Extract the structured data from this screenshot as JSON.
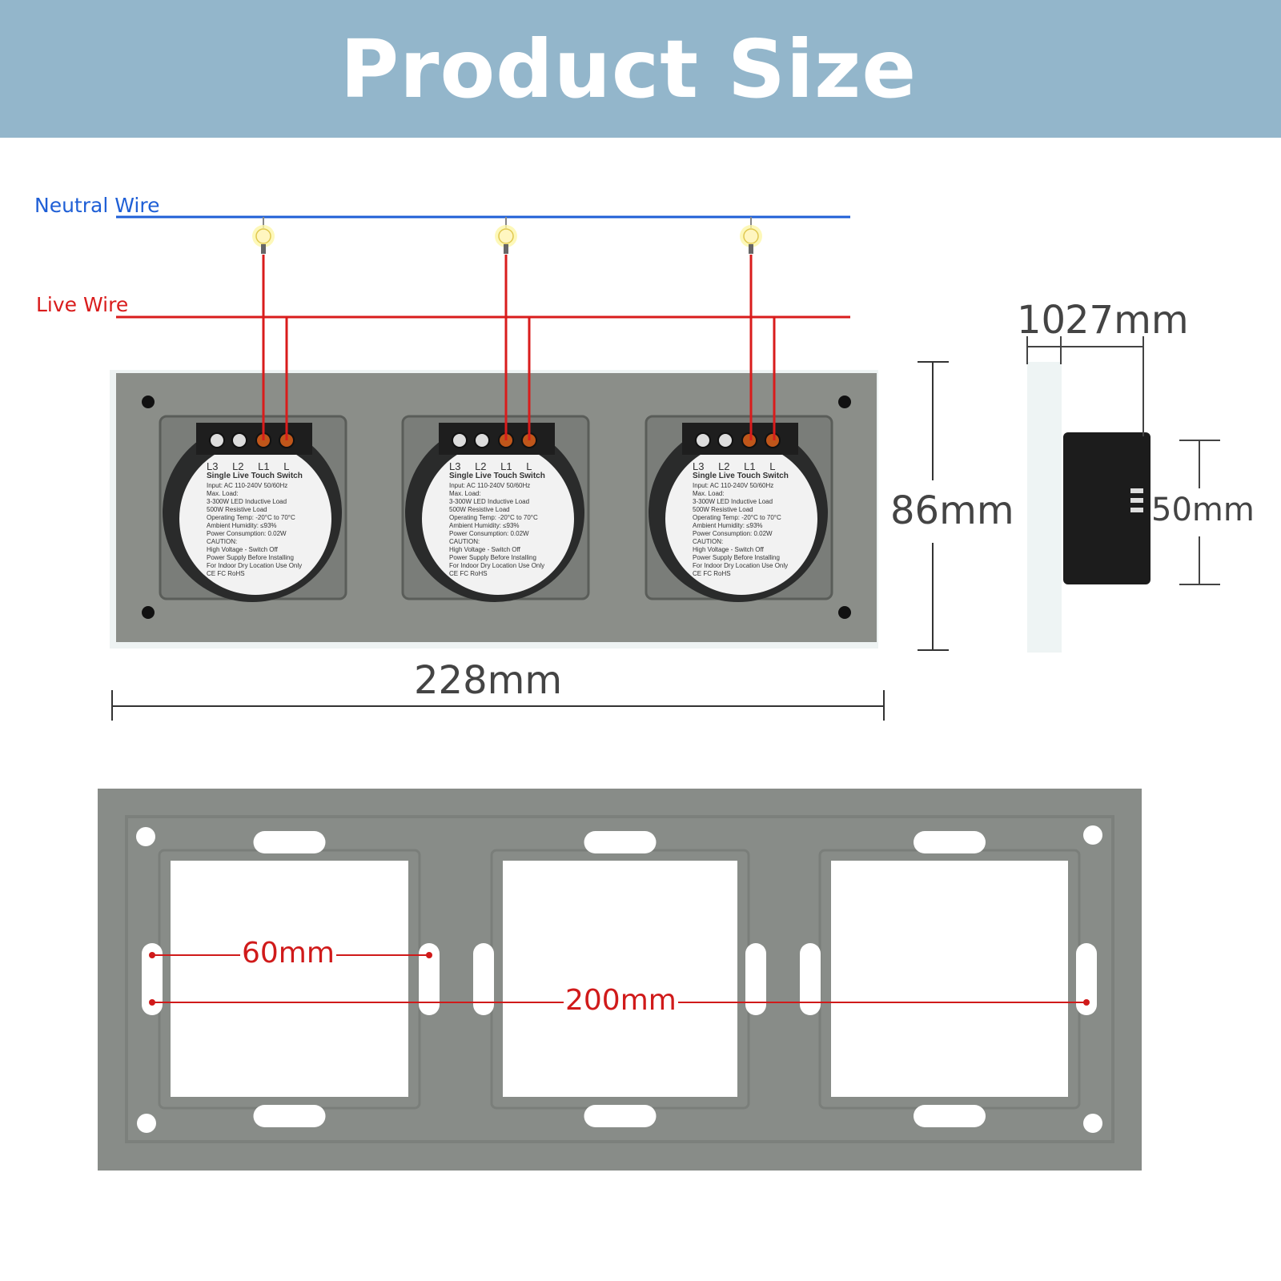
{
  "header": {
    "title": "Product Size"
  },
  "wiring": {
    "neutral_label": "Neutral Wire",
    "live_label": "Live Wire",
    "neutral_color": "#1f5fd6",
    "live_color": "#d91c1c"
  },
  "module_label": {
    "terminals": "L3 L2 L1 L",
    "name": "Single Live Touch Switch",
    "lines": [
      "Input: AC 110-240V 50/60Hz",
      "Max. Load:",
      "3-300W LED Inductive Load",
      "500W Resistive Load",
      "Operating Temp: -20°C to 70°C",
      "Ambient Humidity: ≤93%",
      "Power Consumption: 0.02W",
      "CAUTION:",
      "High Voltage - Switch Off",
      "Power Supply Before Installing",
      "For Indoor Dry Location Use Only",
      "CE FC RoHS"
    ]
  },
  "dimensions": {
    "width": "228mm",
    "height": "86mm",
    "glass_depth": "10",
    "body_depth": "27mm",
    "body_height": "50mm",
    "module_spacing": "60mm",
    "mount_span": "200mm"
  }
}
